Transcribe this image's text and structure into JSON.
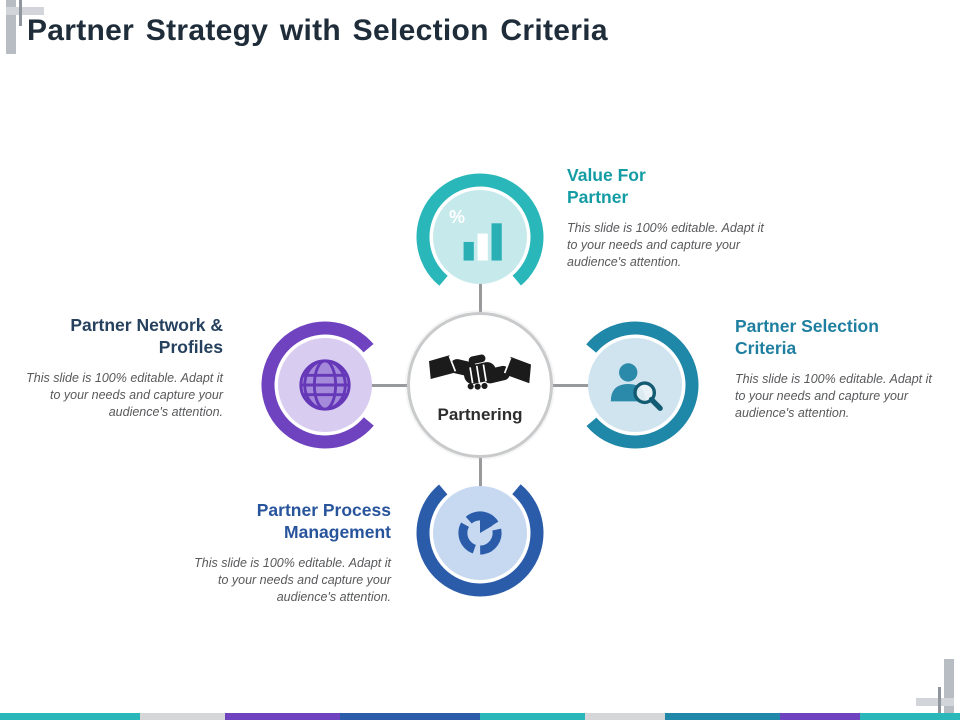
{
  "slide": {
    "title": "Partner Strategy with Selection Criteria"
  },
  "center": {
    "label": "Partnering",
    "icon": "handshake-icon"
  },
  "nodes": {
    "top": {
      "heading": "Value For\nPartner",
      "description": "This slide is 100% editable. Adapt it\nto your needs and capture your\naudience's attention.",
      "heading_color": "#149CA4",
      "arc_color": "#29B7BA",
      "inner_color": "#C6E9EC",
      "icon": "bar-chart-percent-icon",
      "icon_label": "%"
    },
    "right": {
      "heading": "Partner Selection\nCriteria",
      "description": "This slide is 100% editable. Adapt it\nto your needs and capture your\naudience's attention.",
      "heading_color": "#1F7FA0",
      "arc_color": "#1F87A8",
      "inner_color": "#CFE4EF",
      "icon": "person-magnifier-icon"
    },
    "bottom": {
      "heading": "Partner Process\nManagement",
      "description": "This slide is 100% editable. Adapt it\nto your needs and capture your\naudience's attention.",
      "heading_color": "#28549C",
      "arc_color": "#2A5CAA",
      "inner_color": "#C6D9F1",
      "icon": "cycle-segments-icon"
    },
    "left": {
      "heading": "Partner Network &\nProfiles",
      "description": "This slide is 100% editable. Adapt it\nto your needs and capture your\naudience's attention.",
      "heading_color": "#26415E",
      "arc_color": "#6F43C0",
      "inner_color": "#D9CCF1",
      "icon": "globe-icon"
    }
  },
  "footer": {
    "stripe_segments": [
      {
        "color": "#29B7BA",
        "flex": 140
      },
      {
        "color": "#D4D6D8",
        "flex": 85
      },
      {
        "color": "#6F43C0",
        "flex": 115
      },
      {
        "color": "#2A5CAA",
        "flex": 140
      },
      {
        "color": "#29B7BA",
        "flex": 105
      },
      {
        "color": "#D4D6D8",
        "flex": 80
      },
      {
        "color": "#1F87A8",
        "flex": 115
      },
      {
        "color": "#6F43C0",
        "flex": 80
      },
      {
        "color": "#29B7BA",
        "flex": 100
      }
    ]
  }
}
